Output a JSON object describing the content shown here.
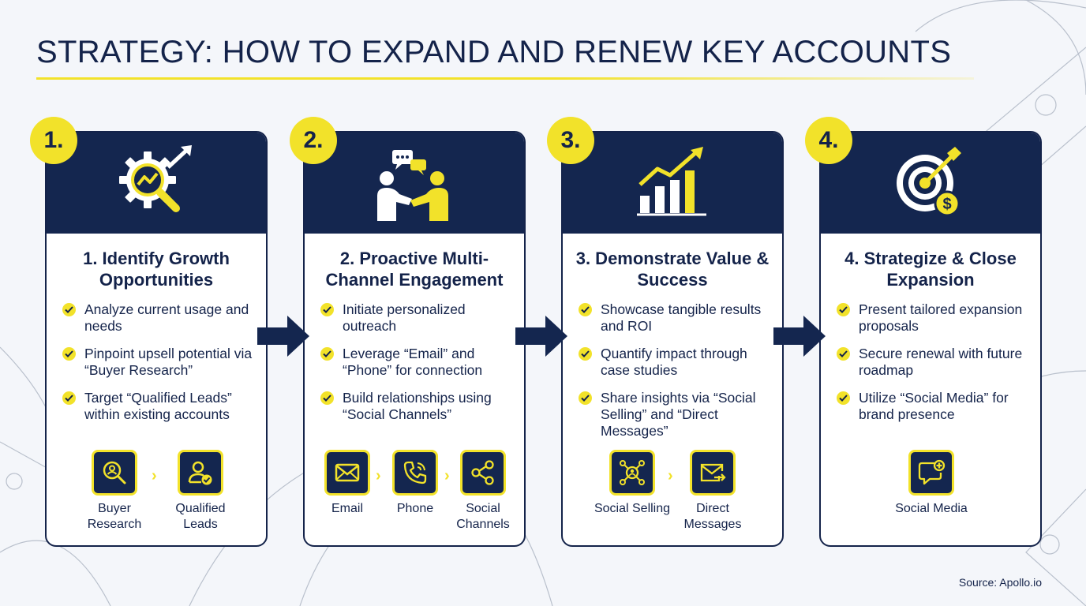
{
  "title": "STRATEGY: HOW TO EXPAND AND RENEW KEY ACCOUNTS",
  "source": "Source: Apollo.io",
  "colors": {
    "navy": "#14264f",
    "yellow": "#f2e22a",
    "background": "#f4f6fa"
  },
  "steps": [
    {
      "badge": "1.",
      "header_icon": "gear-magnifier-growth-icon",
      "title": "1. Identify Growth Opportunities",
      "bullets": [
        "Analyze current usage and needs",
        "Pinpoint upsell potential via “Buyer Research”",
        "Target “Qualified Leads” within existing accounts"
      ],
      "tools": [
        {
          "label": "Buyer Research",
          "icon": "magnifier-person-icon"
        },
        {
          "label": "Qualified Leads",
          "icon": "user-check-icon"
        }
      ]
    },
    {
      "badge": "2.",
      "header_icon": "handshake-chat-icon",
      "title": "2. Proactive Multi-Channel Engagement",
      "bullets": [
        "Initiate personalized outreach",
        "Leverage “Email” and “Phone” for connection",
        "Build relationships using “Social Channels”"
      ],
      "tools": [
        {
          "label": "Email",
          "icon": "envelope-icon"
        },
        {
          "label": "Phone",
          "icon": "phone-icon"
        },
        {
          "label": "Social Channels",
          "icon": "share-icon"
        }
      ]
    },
    {
      "badge": "3.",
      "header_icon": "bar-chart-growth-icon",
      "title": "3. Demonstrate Value & Success",
      "bullets": [
        "Showcase tangible results and ROI",
        "Quantify impact through case studies",
        "Share insights via “Social Selling” and “Direct Messages”"
      ],
      "tools": [
        {
          "label": "Social Selling",
          "icon": "network-person-icon"
        },
        {
          "label": "Direct Messages",
          "icon": "message-send-icon"
        }
      ]
    },
    {
      "badge": "4.",
      "header_icon": "target-dollar-icon",
      "title": "4. Strategize & Close Expansion",
      "bullets": [
        "Present tailored expansion proposals",
        "Secure renewal with future roadmap",
        "Utilize “Social Media” for brand presence"
      ],
      "tools": [
        {
          "label": "Social Media",
          "icon": "chat-plus-icon"
        }
      ]
    }
  ]
}
